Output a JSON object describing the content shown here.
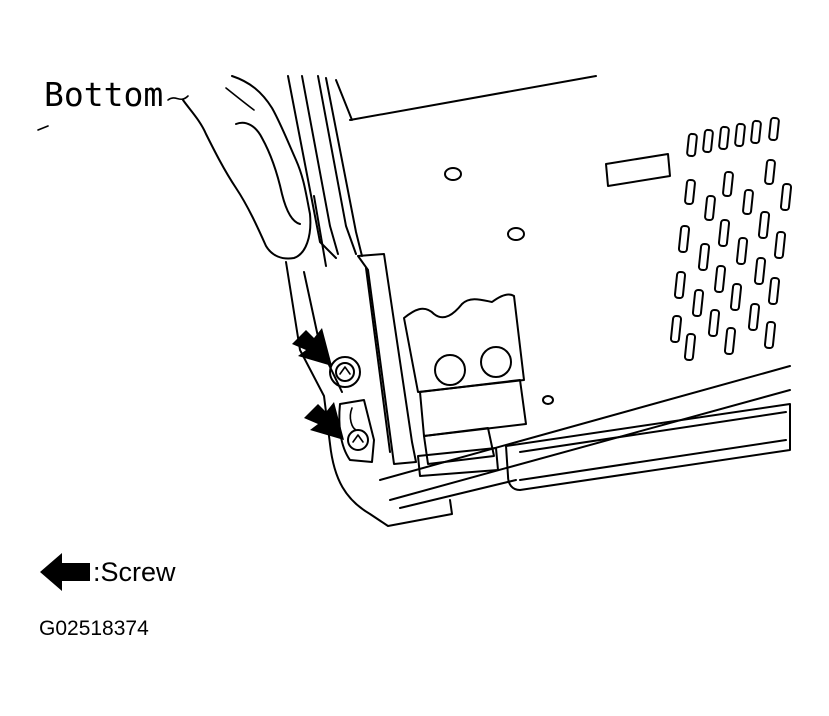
{
  "callout": {
    "label": "Bottom"
  },
  "legend": {
    "icon": "arrow-left-icon",
    "label": ":Screw"
  },
  "figure_id": "G02518374",
  "colors": {
    "line": "#000000",
    "background": "#ffffff"
  }
}
